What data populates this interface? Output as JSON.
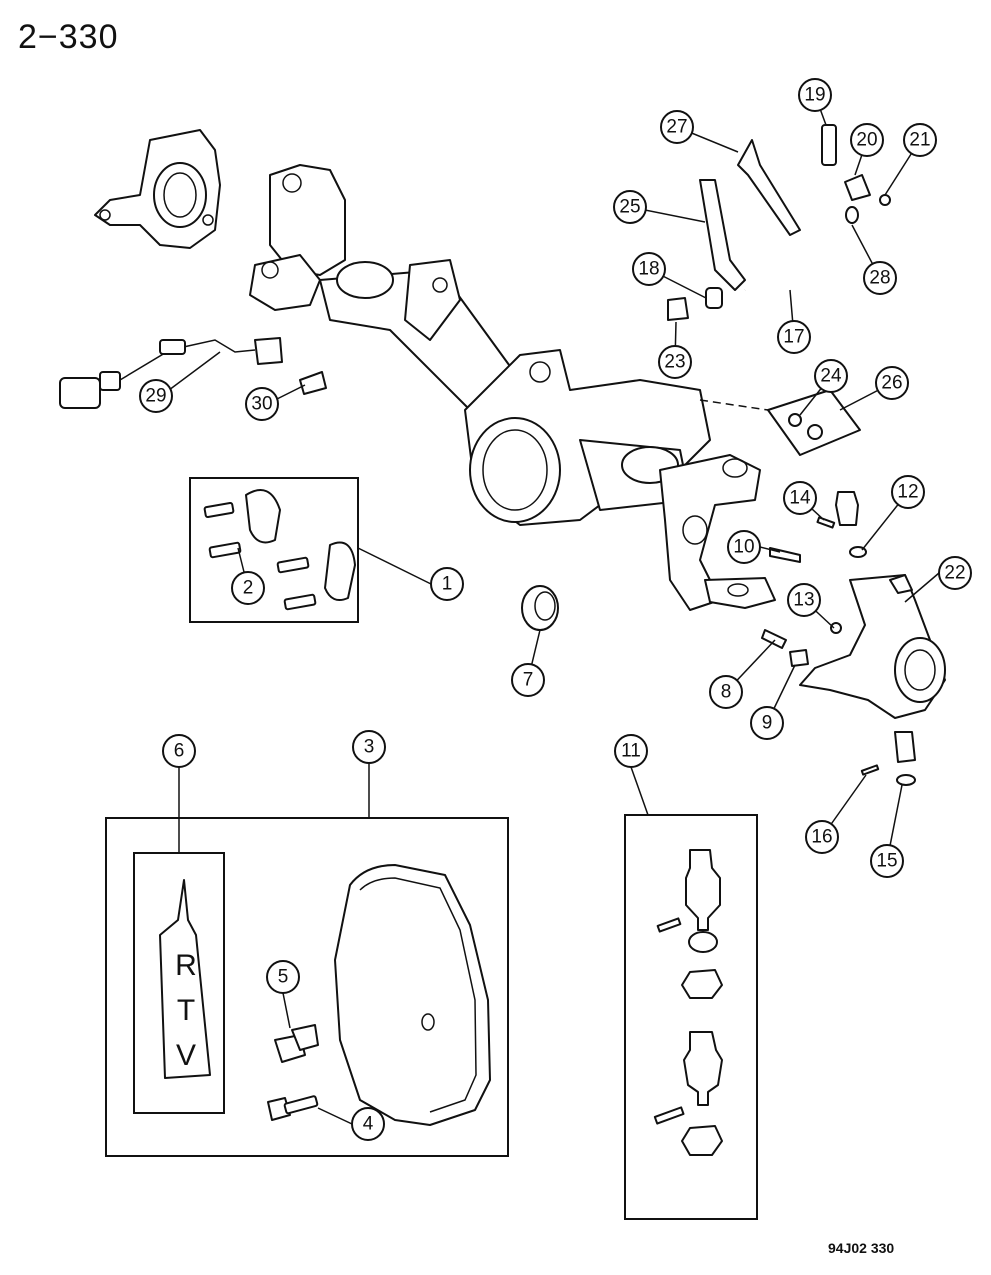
{
  "page": {
    "number": "2−330",
    "figure_code": "94J02 330"
  },
  "tube": {
    "letters": [
      "R",
      "T",
      "V"
    ]
  },
  "callouts": [
    {
      "label": "1"
    },
    {
      "label": "2"
    },
    {
      "label": "3"
    },
    {
      "label": "4"
    },
    {
      "label": "5"
    },
    {
      "label": "6"
    },
    {
      "label": "7"
    },
    {
      "label": "8"
    },
    {
      "label": "9"
    },
    {
      "label": "10"
    },
    {
      "label": "11"
    },
    {
      "label": "12"
    },
    {
      "label": "13"
    },
    {
      "label": "14"
    },
    {
      "label": "15"
    },
    {
      "label": "16"
    },
    {
      "label": "17"
    },
    {
      "label": "18"
    },
    {
      "label": "19"
    },
    {
      "label": "20"
    },
    {
      "label": "21"
    },
    {
      "label": "22"
    },
    {
      "label": "23"
    },
    {
      "label": "24"
    },
    {
      "label": "25"
    },
    {
      "label": "26"
    },
    {
      "label": "27"
    },
    {
      "label": "28"
    },
    {
      "label": "29"
    },
    {
      "label": "30"
    }
  ]
}
